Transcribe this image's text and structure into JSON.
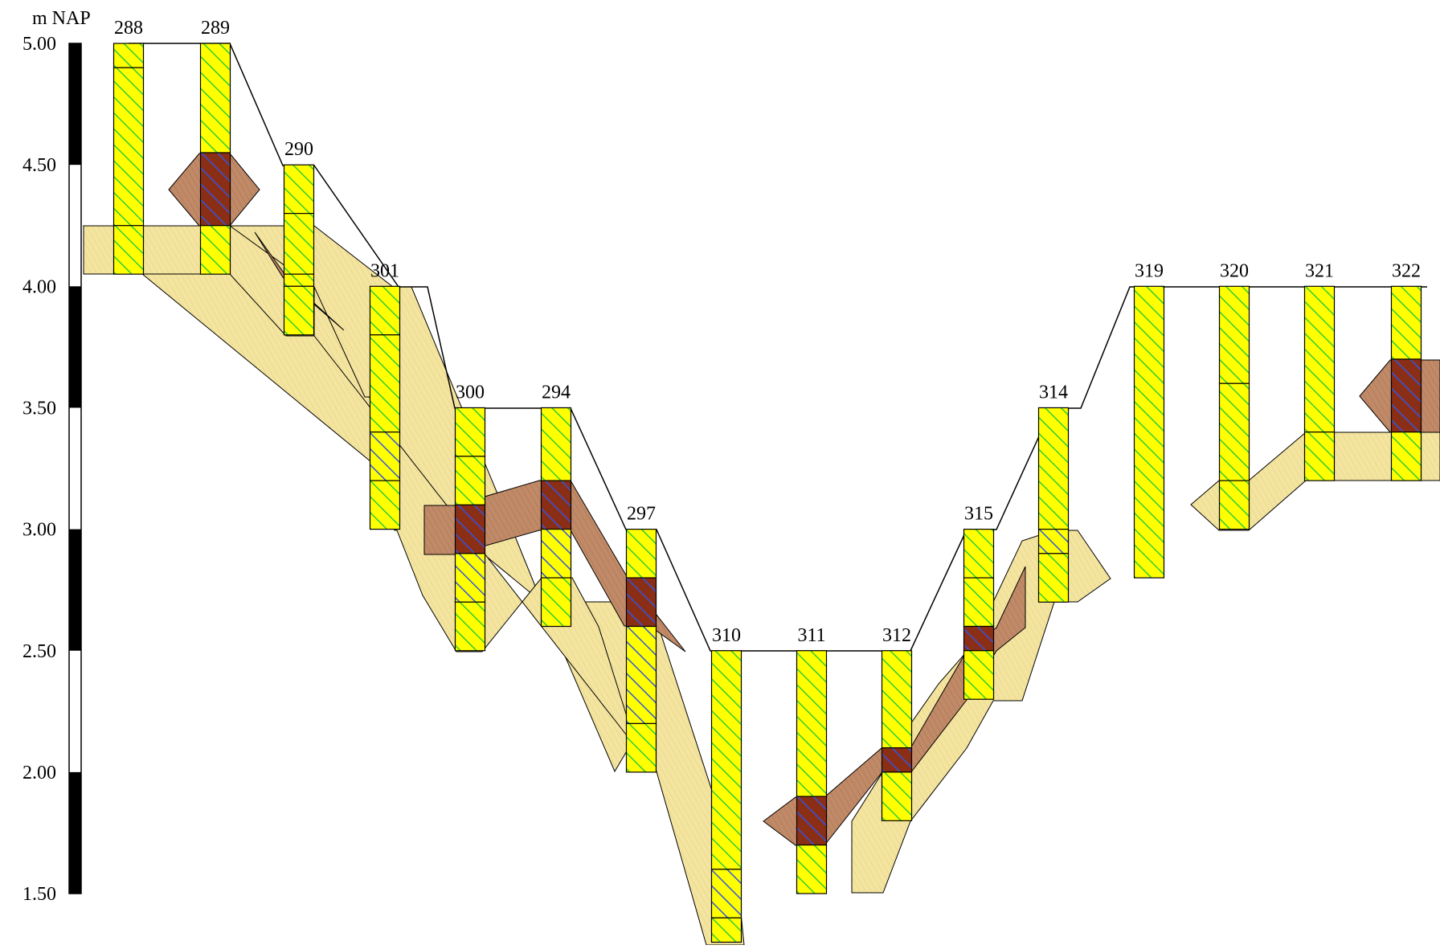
{
  "diagram": {
    "unit_label": "m NAP",
    "scale": {
      "top": 5.0,
      "bottom": 1.5,
      "ticks": [
        {
          "value": 5.0,
          "label": "5.00"
        },
        {
          "value": 4.5,
          "label": "4.50"
        },
        {
          "value": 4.0,
          "label": "4.00"
        },
        {
          "value": 3.5,
          "label": "3.50"
        },
        {
          "value": 3.0,
          "label": "3.00"
        },
        {
          "value": 2.5,
          "label": "2.50"
        },
        {
          "value": 2.0,
          "label": "2.00"
        },
        {
          "value": 1.5,
          "label": "1.50"
        }
      ]
    },
    "colors": {
      "hatch_bg": "#ffff00",
      "hatch_green": "#33cc33",
      "hatch_blue": "#3355dd",
      "peat": "#8b2e16",
      "peat_lens": "#c08a68",
      "sand_band": "#f3e4a0",
      "scale_bar": "#000000"
    },
    "boreholes": [
      {
        "id": "288",
        "label": "288",
        "top": 5.0,
        "bottom": 4.05,
        "layers": [
          {
            "from": 5.0,
            "to": 4.9,
            "type": "green"
          },
          {
            "from": 4.9,
            "to": 4.25,
            "type": "green"
          },
          {
            "from": 4.25,
            "to": 4.05,
            "type": "green"
          }
        ]
      },
      {
        "id": "289",
        "label": "289",
        "top": 5.0,
        "bottom": 4.05,
        "layers": [
          {
            "from": 5.0,
            "to": 4.55,
            "type": "green"
          },
          {
            "from": 4.55,
            "to": 4.25,
            "type": "peat"
          },
          {
            "from": 4.25,
            "to": 4.05,
            "type": "green"
          }
        ]
      },
      {
        "id": "290",
        "label": "290",
        "top": 4.5,
        "bottom": 3.8,
        "layers": [
          {
            "from": 4.5,
            "to": 4.3,
            "type": "green"
          },
          {
            "from": 4.3,
            "to": 4.05,
            "type": "green"
          },
          {
            "from": 4.05,
            "to": 4.0,
            "type": "green"
          },
          {
            "from": 4.0,
            "to": 3.8,
            "type": "green"
          }
        ]
      },
      {
        "id": "301",
        "label": "301",
        "top": 4.0,
        "bottom": 3.0,
        "layers": [
          {
            "from": 4.0,
            "to": 3.8,
            "type": "green"
          },
          {
            "from": 3.8,
            "to": 3.4,
            "type": "green"
          },
          {
            "from": 3.4,
            "to": 3.2,
            "type": "blue"
          },
          {
            "from": 3.2,
            "to": 3.0,
            "type": "green"
          }
        ]
      },
      {
        "id": "300",
        "label": "300",
        "top": 3.5,
        "bottom": 2.5,
        "layers": [
          {
            "from": 3.5,
            "to": 3.3,
            "type": "green"
          },
          {
            "from": 3.3,
            "to": 3.1,
            "type": "green"
          },
          {
            "from": 3.1,
            "to": 2.9,
            "type": "peat"
          },
          {
            "from": 2.9,
            "to": 2.7,
            "type": "blue"
          },
          {
            "from": 2.7,
            "to": 2.5,
            "type": "green"
          }
        ]
      },
      {
        "id": "294",
        "label": "294",
        "top": 3.5,
        "bottom": 2.6,
        "layers": [
          {
            "from": 3.5,
            "to": 3.2,
            "type": "green"
          },
          {
            "from": 3.2,
            "to": 3.0,
            "type": "peat"
          },
          {
            "from": 3.0,
            "to": 2.8,
            "type": "blue"
          },
          {
            "from": 2.8,
            "to": 2.6,
            "type": "green"
          }
        ]
      },
      {
        "id": "297",
        "label": "297",
        "top": 3.0,
        "bottom": 2.0,
        "layers": [
          {
            "from": 3.0,
            "to": 2.8,
            "type": "green"
          },
          {
            "from": 2.8,
            "to": 2.6,
            "type": "peat"
          },
          {
            "from": 2.6,
            "to": 2.2,
            "type": "blue"
          },
          {
            "from": 2.2,
            "to": 2.0,
            "type": "green"
          }
        ]
      },
      {
        "id": "310",
        "label": "310",
        "top": 2.5,
        "bottom": 1.3,
        "layers": [
          {
            "from": 2.5,
            "to": 1.6,
            "type": "green"
          },
          {
            "from": 1.6,
            "to": 1.4,
            "type": "blue"
          },
          {
            "from": 1.4,
            "to": 1.3,
            "type": "green"
          }
        ]
      },
      {
        "id": "311",
        "label": "311",
        "top": 2.5,
        "bottom": 1.5,
        "layers": [
          {
            "from": 2.5,
            "to": 1.9,
            "type": "green"
          },
          {
            "from": 1.9,
            "to": 1.7,
            "type": "peat"
          },
          {
            "from": 1.7,
            "to": 1.5,
            "type": "green"
          }
        ]
      },
      {
        "id": "312",
        "label": "312",
        "top": 2.5,
        "bottom": 1.8,
        "layers": [
          {
            "from": 2.5,
            "to": 2.1,
            "type": "green"
          },
          {
            "from": 2.1,
            "to": 2.0,
            "type": "peat"
          },
          {
            "from": 2.0,
            "to": 1.8,
            "type": "green"
          }
        ]
      },
      {
        "id": "315",
        "label": "315",
        "top": 3.0,
        "bottom": 2.3,
        "layers": [
          {
            "from": 3.0,
            "to": 2.8,
            "type": "green"
          },
          {
            "from": 2.8,
            "to": 2.6,
            "type": "green"
          },
          {
            "from": 2.6,
            "to": 2.5,
            "type": "peat"
          },
          {
            "from": 2.5,
            "to": 2.3,
            "type": "green"
          }
        ]
      },
      {
        "id": "314",
        "label": "314",
        "top": 3.5,
        "bottom": 2.7,
        "layers": [
          {
            "from": 3.5,
            "to": 3.0,
            "type": "green"
          },
          {
            "from": 3.0,
            "to": 2.9,
            "type": "blue"
          },
          {
            "from": 2.9,
            "to": 2.7,
            "type": "green"
          }
        ]
      },
      {
        "id": "319",
        "label": "319",
        "top": 4.0,
        "bottom": 2.8,
        "layers": [
          {
            "from": 4.0,
            "to": 2.8,
            "type": "green"
          }
        ]
      },
      {
        "id": "320",
        "label": "320",
        "top": 4.0,
        "bottom": 3.0,
        "layers": [
          {
            "from": 4.0,
            "to": 3.6,
            "type": "green"
          },
          {
            "from": 3.6,
            "to": 3.2,
            "type": "green"
          },
          {
            "from": 3.2,
            "to": 3.0,
            "type": "green"
          }
        ]
      },
      {
        "id": "321",
        "label": "321",
        "top": 4.0,
        "bottom": 3.2,
        "layers": [
          {
            "from": 4.0,
            "to": 3.4,
            "type": "green"
          },
          {
            "from": 3.4,
            "to": 3.2,
            "type": "green"
          }
        ]
      },
      {
        "id": "322",
        "label": "322",
        "top": 4.0,
        "bottom": 3.2,
        "layers": [
          {
            "from": 4.0,
            "to": 3.7,
            "type": "green"
          },
          {
            "from": 3.7,
            "to": 3.4,
            "type": "peat"
          },
          {
            "from": 3.4,
            "to": 3.2,
            "type": "green"
          }
        ]
      }
    ]
  }
}
